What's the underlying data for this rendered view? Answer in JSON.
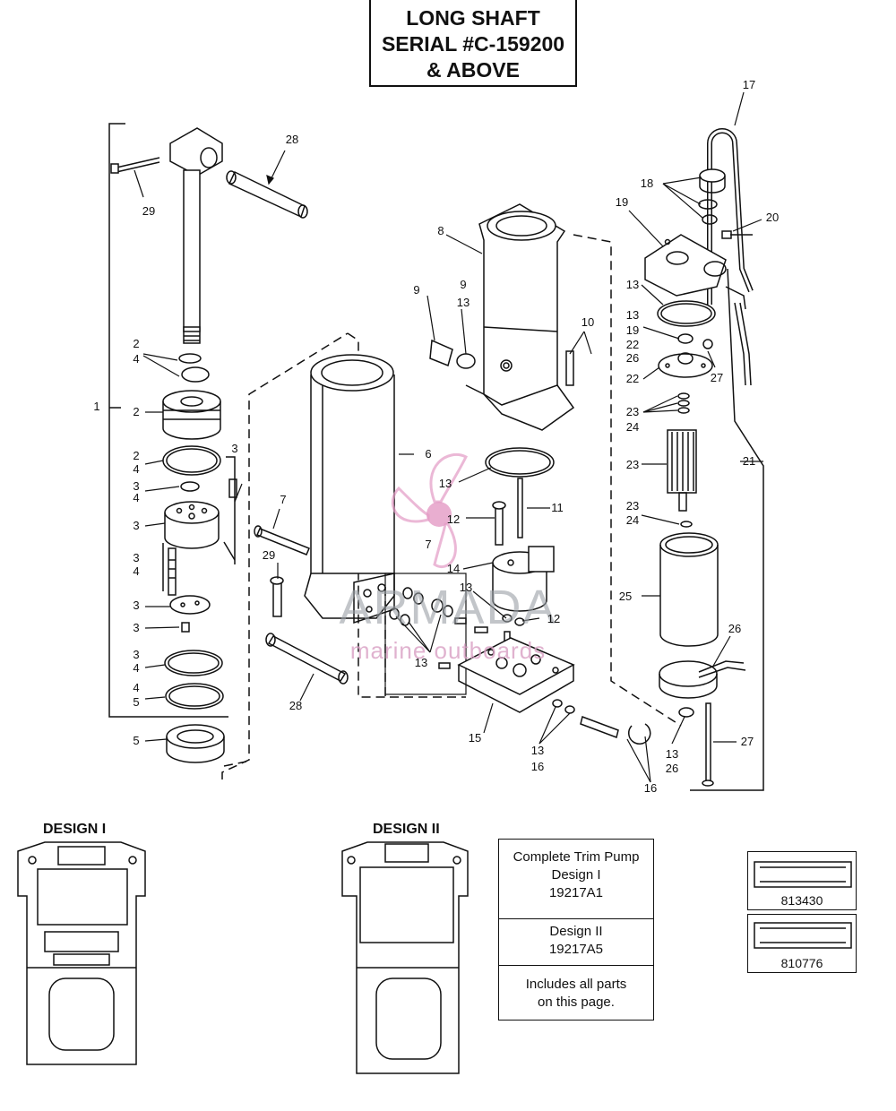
{
  "title": {
    "line1": "LONG SHAFT",
    "line2": "SERIAL #C-159200",
    "line3": "& ABOVE"
  },
  "callouts": [
    {
      "id": "c-28a",
      "text": "28"
    },
    {
      "id": "c-29a",
      "text": "29"
    },
    {
      "id": "c-1",
      "text": "1"
    },
    {
      "id": "c-2a",
      "text": "2"
    },
    {
      "id": "c-4a",
      "text": "4"
    },
    {
      "id": "c-2b",
      "text": "2"
    },
    {
      "id": "c-2c",
      "text": "2"
    },
    {
      "id": "c-4b",
      "text": "4"
    },
    {
      "id": "c-3a",
      "text": "3"
    },
    {
      "id": "c-4c",
      "text": "4"
    },
    {
      "id": "c-3b",
      "text": "3"
    },
    {
      "id": "c-3c",
      "text": "3"
    },
    {
      "id": "c-3d",
      "text": "3"
    },
    {
      "id": "c-4d",
      "text": "4"
    },
    {
      "id": "c-3e",
      "text": "3"
    },
    {
      "id": "c-3f",
      "text": "3"
    },
    {
      "id": "c-3g",
      "text": "3"
    },
    {
      "id": "c-4e",
      "text": "4"
    },
    {
      "id": "c-4f",
      "text": "4"
    },
    {
      "id": "c-5a",
      "text": "5"
    },
    {
      "id": "c-5b",
      "text": "5"
    },
    {
      "id": "c-6",
      "text": "6"
    },
    {
      "id": "c-7a",
      "text": "7"
    },
    {
      "id": "c-7b",
      "text": "7"
    },
    {
      "id": "c-29b",
      "text": "29"
    },
    {
      "id": "c-28b",
      "text": "28"
    },
    {
      "id": "c-8",
      "text": "8"
    },
    {
      "id": "c-9a",
      "text": "9"
    },
    {
      "id": "c-9b",
      "text": "9"
    },
    {
      "id": "c-13a",
      "text": "13"
    },
    {
      "id": "c-10",
      "text": "10"
    },
    {
      "id": "c-13b",
      "text": "13"
    },
    {
      "id": "c-12a",
      "text": "12"
    },
    {
      "id": "c-11",
      "text": "11"
    },
    {
      "id": "c-14",
      "text": "14"
    },
    {
      "id": "c-13c",
      "text": "13"
    },
    {
      "id": "c-12b",
      "text": "12"
    },
    {
      "id": "c-13d",
      "text": "13"
    },
    {
      "id": "c-15",
      "text": "15"
    },
    {
      "id": "c-13e",
      "text": "13"
    },
    {
      "id": "c-16a",
      "text": "16"
    },
    {
      "id": "c-16b",
      "text": "16"
    },
    {
      "id": "c-17",
      "text": "17"
    },
    {
      "id": "c-18",
      "text": "18"
    },
    {
      "id": "c-19a",
      "text": "19"
    },
    {
      "id": "c-20",
      "text": "20"
    },
    {
      "id": "c-13f",
      "text": "13"
    },
    {
      "id": "c-13g",
      "text": "13"
    },
    {
      "id": "c-19b",
      "text": "19"
    },
    {
      "id": "c-22a",
      "text": "22"
    },
    {
      "id": "c-26a",
      "text": "26"
    },
    {
      "id": "c-27a",
      "text": "27"
    },
    {
      "id": "c-22b",
      "text": "22"
    },
    {
      "id": "c-23a",
      "text": "23"
    },
    {
      "id": "c-24a",
      "text": "24"
    },
    {
      "id": "c-21",
      "text": "21"
    },
    {
      "id": "c-23b",
      "text": "23"
    },
    {
      "id": "c-23c",
      "text": "23"
    },
    {
      "id": "c-24b",
      "text": "24"
    },
    {
      "id": "c-25",
      "text": "25"
    },
    {
      "id": "c-26b",
      "text": "26"
    },
    {
      "id": "c-13h",
      "text": "13"
    },
    {
      "id": "c-26c",
      "text": "26"
    },
    {
      "id": "c-27b",
      "text": "27"
    }
  ],
  "design_labels": {
    "design1": "DESIGN I",
    "design2": "DESIGN II"
  },
  "info_box": {
    "line1": "Complete Trim Pump",
    "line2": "Design I",
    "line3": "19217A1",
    "line4": "Design II",
    "line5": "19217A5",
    "line6": "Includes all parts",
    "line7": "on this page."
  },
  "part_numbers": {
    "part1": "813430",
    "part2": "810776"
  },
  "watermark": {
    "brand": "ARMADA",
    "tagline": "marine outboards"
  }
}
